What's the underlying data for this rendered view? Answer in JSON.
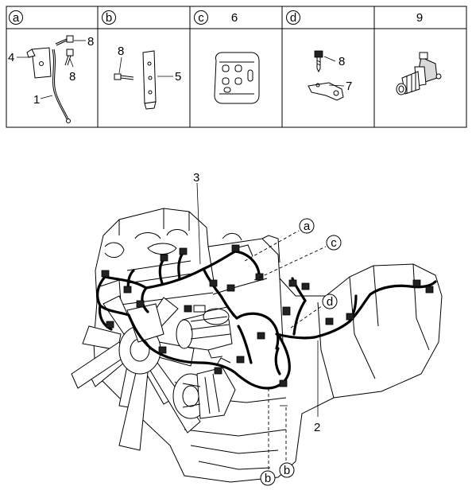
{
  "table": {
    "headers": [
      {
        "circled": "a",
        "text": ""
      },
      {
        "circled": "b",
        "text": ""
      },
      {
        "circled": "c",
        "text": "6"
      },
      {
        "circled": "d",
        "text": ""
      },
      {
        "circled": "",
        "text": "9"
      }
    ],
    "cell_a_callouts": [
      "4",
      "8",
      "8",
      "1"
    ],
    "cell_b_callouts": [
      "8",
      "5"
    ],
    "cell_d_callouts": [
      "8",
      "7"
    ]
  },
  "main": {
    "callouts": [
      "3",
      "2"
    ],
    "ref_circles": [
      "a",
      "c",
      "d",
      "b",
      "b"
    ]
  }
}
